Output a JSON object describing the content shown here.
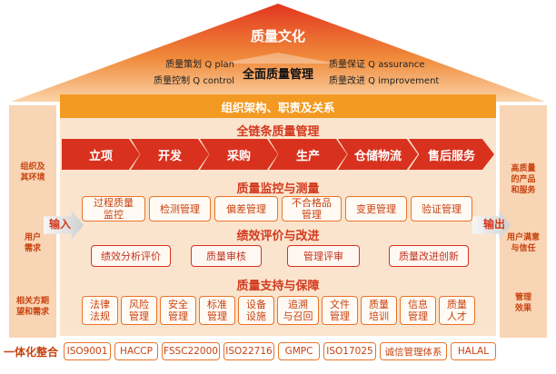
{
  "roof": {
    "title": "质量文化",
    "center": "全面质量管理",
    "left_items": [
      "质量策划 Q plan",
      "质量控制 Q control"
    ],
    "right_items": [
      "质量保证 Q assurance",
      "质量改进 Q improvement"
    ]
  },
  "org_bar": "组织架构、职责及关系",
  "left_pillar": [
    "组织及\n其环境",
    "用户\n需求",
    "相关方期\n望和需求"
  ],
  "right_pillar": [
    "高质量\n的产品\n和服务",
    "用户满意\n与信任",
    "管理\n效果"
  ],
  "io": {
    "input": "输入",
    "output": "输出"
  },
  "chain": {
    "title": "全链条质量管理",
    "stages": [
      "立项",
      "开发",
      "采购",
      "生产",
      "仓储物流",
      "售后服务"
    ]
  },
  "monitor": {
    "title": "质量监控与测量",
    "items": [
      "过程质量\n监控",
      "检测管理",
      "偏差管理",
      "不合格品\n管理",
      "变更管理",
      "验证管理"
    ]
  },
  "evaluate": {
    "title": "绩效评价与改进",
    "items": [
      "绩效分析评价",
      "质量审核",
      "管理评审",
      "质量改进创新"
    ]
  },
  "support": {
    "title": "质量支持与保障",
    "items": [
      "法律\n法规",
      "风险\n管理",
      "安全\n管理",
      "标准\n管理",
      "设备\n设施",
      "追溯\n与召回",
      "文件\n管理",
      "质量\n培训",
      "信息\n管理",
      "质量\n人才"
    ]
  },
  "integration": {
    "label": "一体化整合",
    "certs": [
      "ISO9001",
      "HACCP",
      "FSSC22000",
      "ISO22716",
      "GMPC",
      "ISO17025",
      "诚信管理体系",
      "HALAL"
    ]
  },
  "colors": {
    "red": "#d8321f",
    "orange": "#f39a22",
    "peach": "#fbe4cd",
    "pillar": "#f8d5b5"
  }
}
